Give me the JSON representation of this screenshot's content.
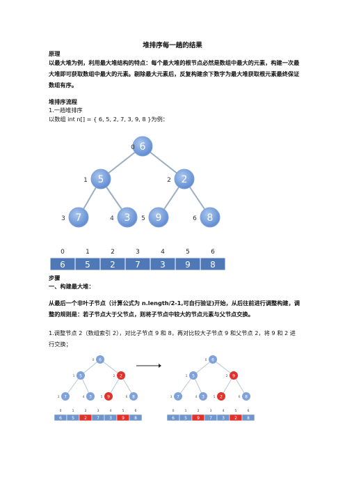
{
  "title": "堆排序每一趟的结果",
  "principle": {
    "heading": "原理",
    "text": "以最大堆为例，利用最大堆结构的特点：每个最大堆的根节点必然是数组中最大的元素，构建一次最大堆即可获取数组中最大的元素。剔除最大元素后，反复构建余下数字为最大堆获取根元素最终保证数组有序。"
  },
  "flow": {
    "heading": "堆排序流程",
    "subheading": "1.一趟堆排序",
    "example": "以数组 int n[] = { 6, 5, 2, 7, 3, 9, 8 }为例："
  },
  "heap": {
    "values": [
      "6",
      "5",
      "2",
      "7",
      "3",
      "9",
      "8"
    ],
    "indices": [
      "0",
      "1",
      "2",
      "3",
      "4",
      "5",
      "6"
    ]
  },
  "small_before": {
    "values": [
      "6",
      "5",
      "2",
      "7",
      "3",
      "9",
      "8"
    ],
    "highlight": [
      2,
      5
    ]
  },
  "small_after": {
    "values": [
      "6",
      "5",
      "9",
      "7",
      "3",
      "2",
      "8"
    ],
    "highlight": [
      2,
      5
    ]
  },
  "colors": {
    "node": "#5b87cf",
    "highlight": "#e0322b",
    "cell": "#4f79b6",
    "edge": "#9aaec2"
  },
  "steps": {
    "heading": "步骤",
    "step1": "一、构建最大堆：",
    "step1_desc": "从最后一个非叶子节点（计算公式为 n.length/2-1,可自行验证)开始，从后往前进行调整构建，调整的规则是：若子节点大于父节点，则将子节点中较大的节点元素与父节点交换。",
    "adjust_desc": "1.调整节点 2（数组索引 2），对比子节点 9 和 8，再对比较大子节点 9 和父节点 2，将 9 和 2 进行交换；"
  }
}
